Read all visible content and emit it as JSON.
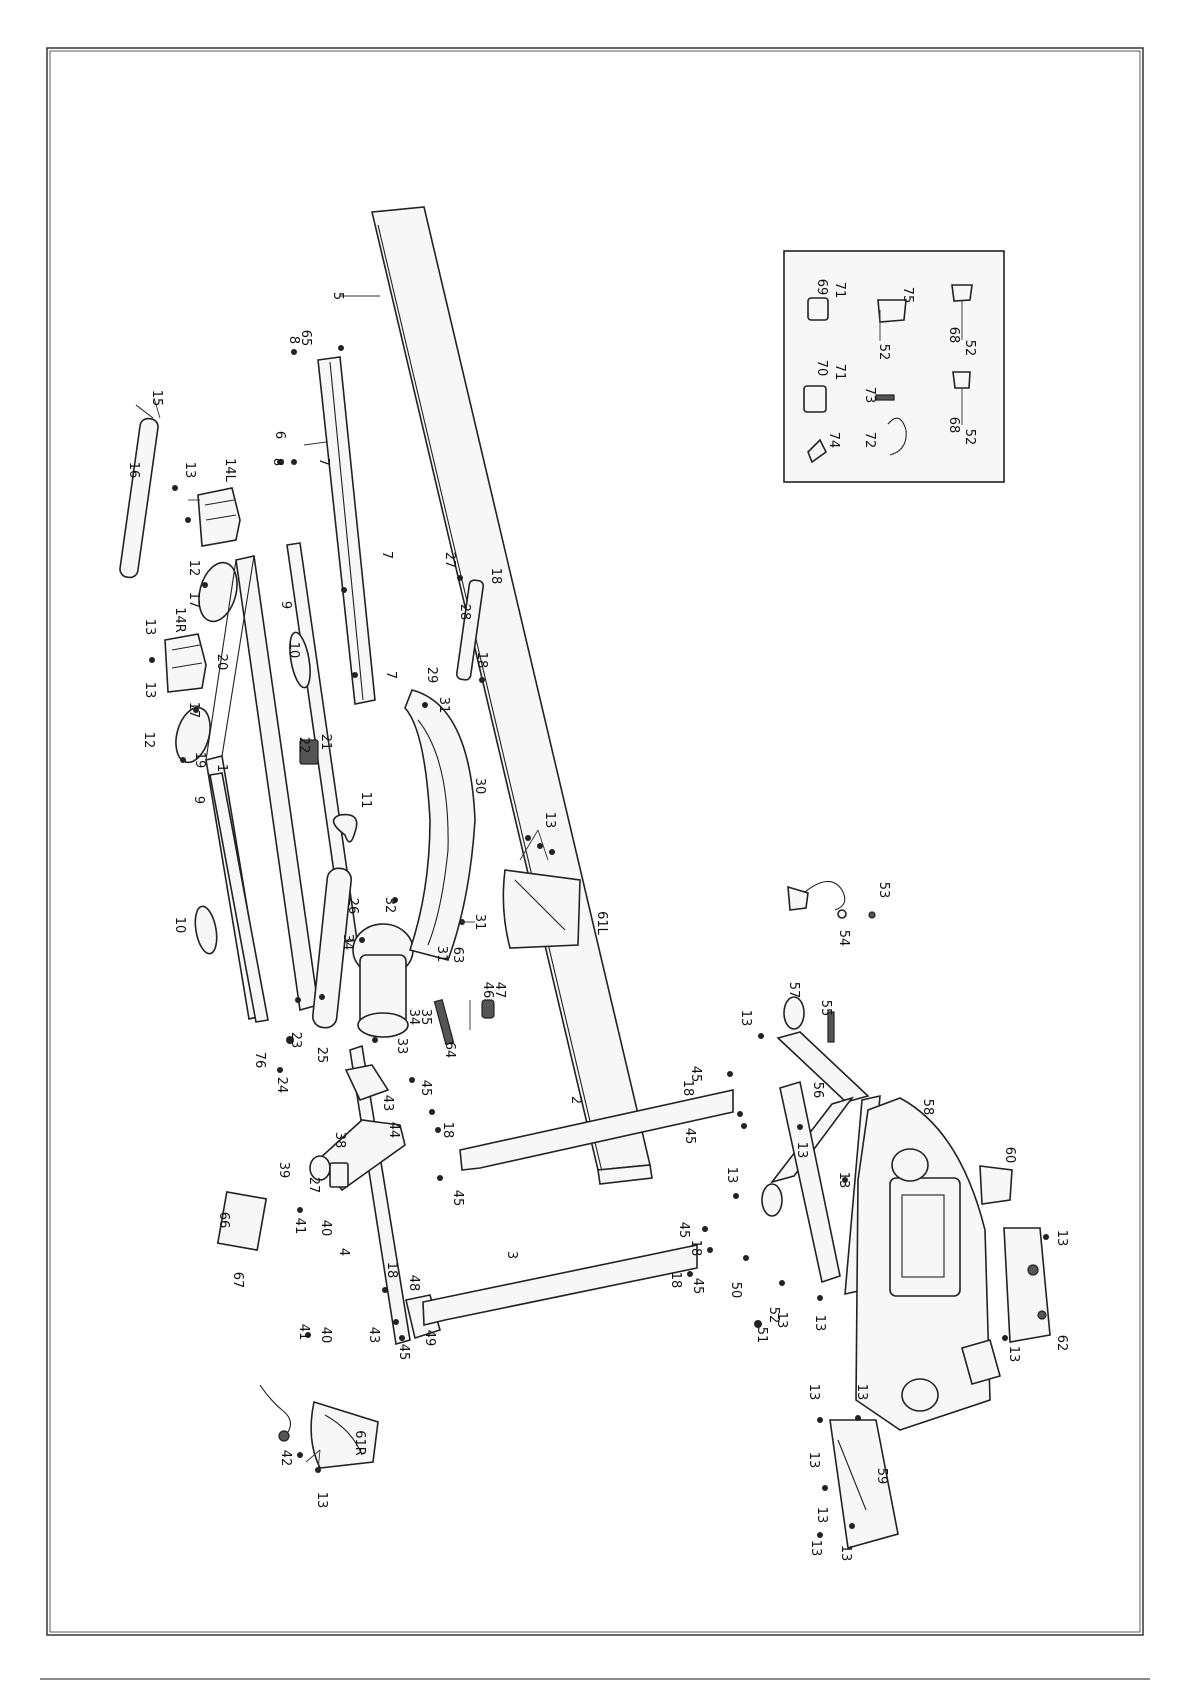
{
  "diagram": {
    "labels": [
      {
        "text": "5"
      },
      {
        "text": "65"
      },
      {
        "text": "8"
      },
      {
        "text": "6"
      },
      {
        "text": "8"
      },
      {
        "text": "7"
      },
      {
        "text": "7"
      },
      {
        "text": "7"
      },
      {
        "text": "27"
      },
      {
        "text": "18"
      },
      {
        "text": "28"
      },
      {
        "text": "18"
      },
      {
        "text": "29"
      },
      {
        "text": "31"
      },
      {
        "text": "30"
      },
      {
        "text": "13"
      },
      {
        "text": "61L"
      },
      {
        "text": "31"
      },
      {
        "text": "31"
      },
      {
        "text": "32"
      },
      {
        "text": "63"
      },
      {
        "text": "47"
      },
      {
        "text": "46"
      },
      {
        "text": "64"
      },
      {
        "text": "35"
      },
      {
        "text": "34"
      },
      {
        "text": "33"
      },
      {
        "text": "26"
      },
      {
        "text": "34"
      },
      {
        "text": "25"
      },
      {
        "text": "15"
      },
      {
        "text": "16"
      },
      {
        "text": "13"
      },
      {
        "text": "14L"
      },
      {
        "text": "12"
      },
      {
        "text": "17"
      },
      {
        "text": "14R"
      },
      {
        "text": "13"
      },
      {
        "text": "13"
      },
      {
        "text": "20"
      },
      {
        "text": "17"
      },
      {
        "text": "12"
      },
      {
        "text": "19"
      },
      {
        "text": "1"
      },
      {
        "text": "9"
      },
      {
        "text": "9"
      },
      {
        "text": "10"
      },
      {
        "text": "10"
      },
      {
        "text": "22"
      },
      {
        "text": "21"
      },
      {
        "text": "11"
      },
      {
        "text": "23"
      },
      {
        "text": "76"
      },
      {
        "text": "24"
      },
      {
        "text": "38"
      },
      {
        "text": "39"
      },
      {
        "text": "27"
      },
      {
        "text": "43"
      },
      {
        "text": "44"
      },
      {
        "text": "45"
      },
      {
        "text": "18"
      },
      {
        "text": "45"
      },
      {
        "text": "2"
      },
      {
        "text": "45"
      },
      {
        "text": "18"
      },
      {
        "text": "45"
      },
      {
        "text": "66"
      },
      {
        "text": "67"
      },
      {
        "text": "41"
      },
      {
        "text": "40"
      },
      {
        "text": "4"
      },
      {
        "text": "18"
      },
      {
        "text": "48"
      },
      {
        "text": "3"
      },
      {
        "text": "45"
      },
      {
        "text": "18"
      },
      {
        "text": "18"
      },
      {
        "text": "45"
      },
      {
        "text": "41"
      },
      {
        "text": "40"
      },
      {
        "text": "43"
      },
      {
        "text": "45"
      },
      {
        "text": "49"
      },
      {
        "text": "50"
      },
      {
        "text": "52"
      },
      {
        "text": "51"
      },
      {
        "text": "42"
      },
      {
        "text": "61R"
      },
      {
        "text": "13"
      },
      {
        "text": "57"
      },
      {
        "text": "55"
      },
      {
        "text": "13"
      },
      {
        "text": "56"
      },
      {
        "text": "13"
      },
      {
        "text": "13"
      },
      {
        "text": "13"
      },
      {
        "text": "58"
      },
      {
        "text": "60"
      },
      {
        "text": "13"
      },
      {
        "text": "13"
      },
      {
        "text": "13"
      },
      {
        "text": "62"
      },
      {
        "text": "13"
      },
      {
        "text": "13"
      },
      {
        "text": "13"
      },
      {
        "text": "59"
      },
      {
        "text": "13"
      },
      {
        "text": "13"
      },
      {
        "text": "13"
      },
      {
        "text": "13"
      },
      {
        "text": "53"
      },
      {
        "text": "54"
      },
      {
        "text": "69"
      },
      {
        "text": "71"
      },
      {
        "text": "75"
      },
      {
        "text": "70"
      },
      {
        "text": "71"
      },
      {
        "text": "73"
      },
      {
        "text": "52"
      },
      {
        "text": "74"
      },
      {
        "text": "72"
      },
      {
        "text": "68"
      },
      {
        "text": "52"
      },
      {
        "text": "68"
      },
      {
        "text": "52"
      }
    ]
  }
}
